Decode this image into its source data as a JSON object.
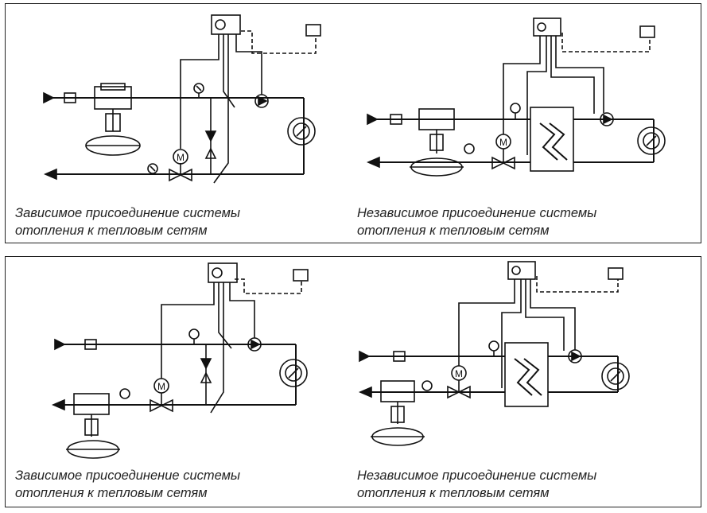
{
  "panels": [
    {
      "diagrams": [
        {
          "caption_line1": "Зависимое присоединение системы",
          "caption_line2": "отопления к тепловым сетям",
          "controller_icon": "controller-icon",
          "motor_label": "M"
        },
        {
          "caption_line1": "Независимое присоединение системы",
          "caption_line2": "отопления к тепловым сетям",
          "controller_icon": "controller-icon",
          "motor_label": "M"
        }
      ]
    },
    {
      "diagrams": [
        {
          "caption_line1": "Зависимое присоединение системы",
          "caption_line2": "отопления к тепловым сетям",
          "controller_icon": "controller-icon",
          "motor_label": "M"
        },
        {
          "caption_line1": "Независимое присоединение системы",
          "caption_line2": "отопления к тепловым сетям",
          "controller_icon": "controller-icon",
          "motor_label": "M"
        }
      ]
    }
  ],
  "colors": {
    "line": "#111111",
    "border": "#222222"
  }
}
